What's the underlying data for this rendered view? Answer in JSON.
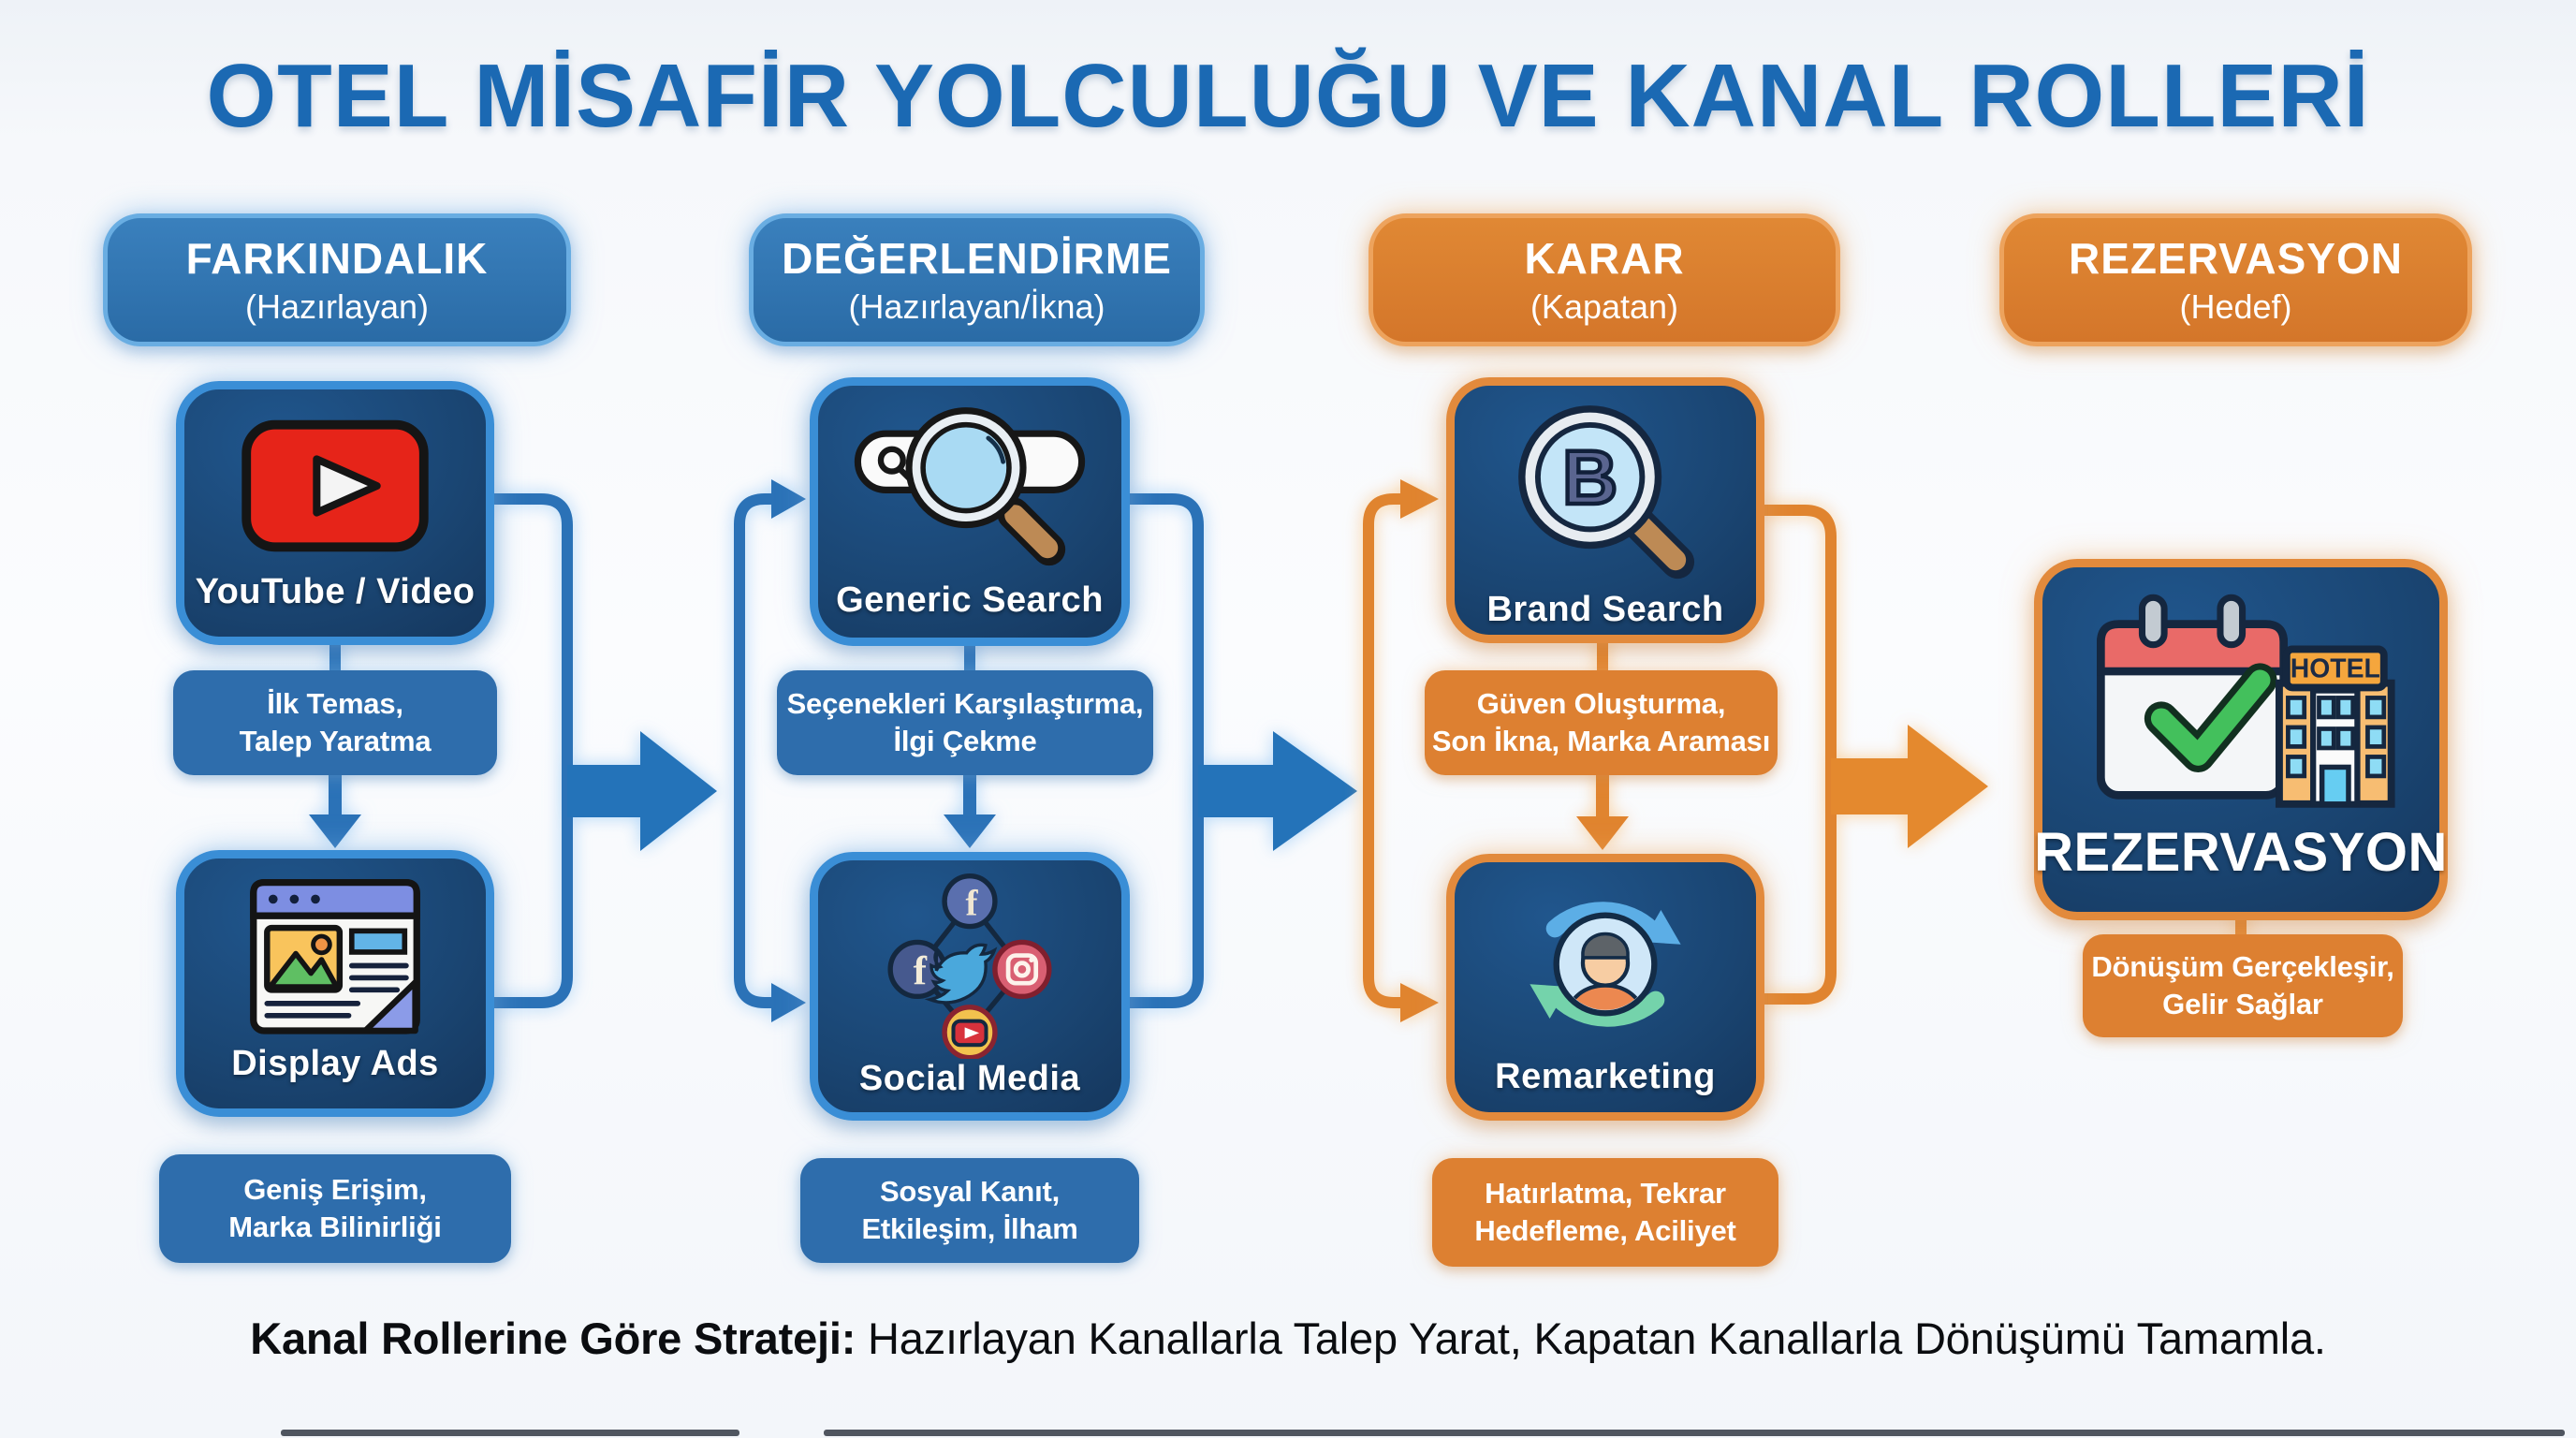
{
  "title": "OTEL MİSAFİR YOLCULUĞU VE KANAL ROLLERİ",
  "columns": [
    {
      "header": {
        "title": "FARKINDALIK",
        "subtitle": "(Hazırlayan)"
      },
      "cards": [
        {
          "title": "YouTube / Video",
          "icon": "youtube-play-icon",
          "caption": [
            "İlk Temas,",
            "Talep Yaratma"
          ]
        },
        {
          "title": "Display Ads",
          "icon": "display-ads-icon",
          "caption": [
            "Geniş Erişim,",
            "Marka Bilinirliği"
          ]
        }
      ]
    },
    {
      "header": {
        "title": "DEĞERLENDİRME",
        "subtitle": "(Hazırlayan/İkna)"
      },
      "cards": [
        {
          "title": "Generic Search",
          "icon": "generic-search-icon",
          "caption": [
            "Seçenekleri Karşılaştırma,",
            "İlgi Çekme"
          ]
        },
        {
          "title": "Social Media",
          "icon": "social-media-icon",
          "caption": [
            "Sosyal Kanıt,",
            "Etkileşim, İlham"
          ]
        }
      ]
    },
    {
      "header": {
        "title": "KARAR",
        "subtitle": "(Kapatan)"
      },
      "cards": [
        {
          "title": "Brand Search",
          "icon": "brand-search-icon",
          "caption": [
            "Güven Oluşturma,",
            "Son İkna, Marka Araması"
          ]
        },
        {
          "title": "Remarketing",
          "icon": "remarketing-icon",
          "caption": [
            "Hatırlatma, Tekrar",
            "Hedefleme, Aciliyet"
          ]
        }
      ]
    },
    {
      "header": {
        "title": "REZERVASYON",
        "subtitle": "(Hedef)"
      },
      "cards": [
        {
          "title": "REZERVASYON",
          "icon": "booking-confirmed-icon",
          "caption": [
            "Dönüşüm Gerçekleşir,",
            "Gelir Sağlar"
          ]
        }
      ]
    }
  ],
  "footer": {
    "lead": "Kanal Rollerine Göre Strateji:",
    "rest": " Hazırlayan Kanallarla Talep Yarat, Kapatan Kanallarla Dönüşümü Tamamla."
  },
  "colors": {
    "title_blue": "#1b69b3",
    "stage_blue": "#2f74b0",
    "stage_orange": "#dd7e31",
    "card_navy": "#1a4572",
    "card_border_blue": "#3a8ed6",
    "card_border_orange": "#e28a3c",
    "caption_blue": "#2e6dac",
    "caption_orange": "#dd8031",
    "flow_blue": "#2473b9",
    "flow_orange": "#e4892e",
    "youtube_red": "#e62419",
    "background": "#f6f8fb"
  }
}
